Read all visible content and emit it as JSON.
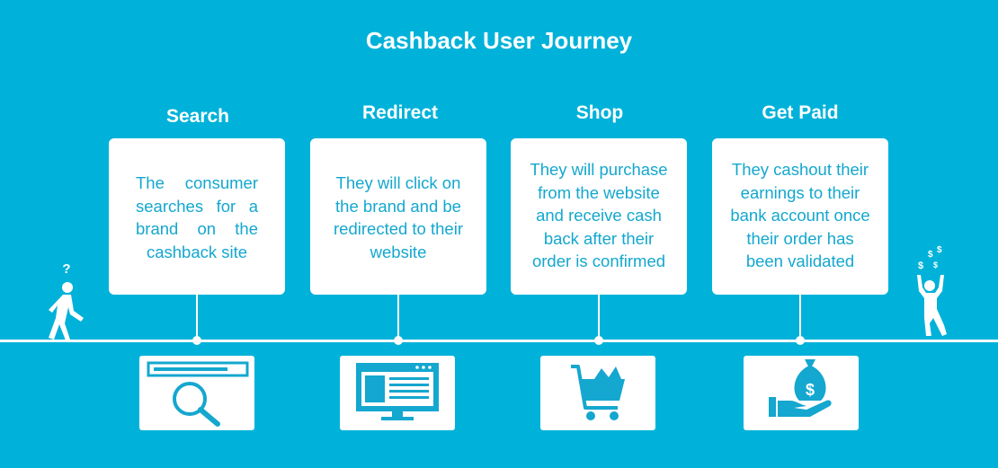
{
  "title": "Cashback User Journey",
  "steps": [
    {
      "title": "Search",
      "lines": [
        "The consumer",
        "searches for a",
        "brand on the",
        "cashback site"
      ],
      "icon": "search-bar-icon"
    },
    {
      "title": "Redirect",
      "lines": [
        "They will click on",
        "the brand and be",
        "redirected to their",
        "website"
      ],
      "icon": "monitor-icon"
    },
    {
      "title": "Shop",
      "lines": [
        "They will purchase",
        "from the website",
        "and receive cash",
        "back after their",
        "order is confirmed"
      ],
      "icon": "shopping-cart-icon"
    },
    {
      "title": "Get Paid",
      "lines": [
        "They cashout their",
        "earnings to their",
        "bank account once",
        "their order has",
        "been validated"
      ],
      "icon": "money-bag-hand-icon"
    }
  ],
  "start_figure": {
    "label": "?"
  },
  "end_figure": {
    "labels": [
      "$",
      "$",
      "$",
      "$"
    ]
  },
  "colors": {
    "background": "#00b2d9",
    "box_text": "#14a7cf",
    "foreground": "#ffffff"
  }
}
